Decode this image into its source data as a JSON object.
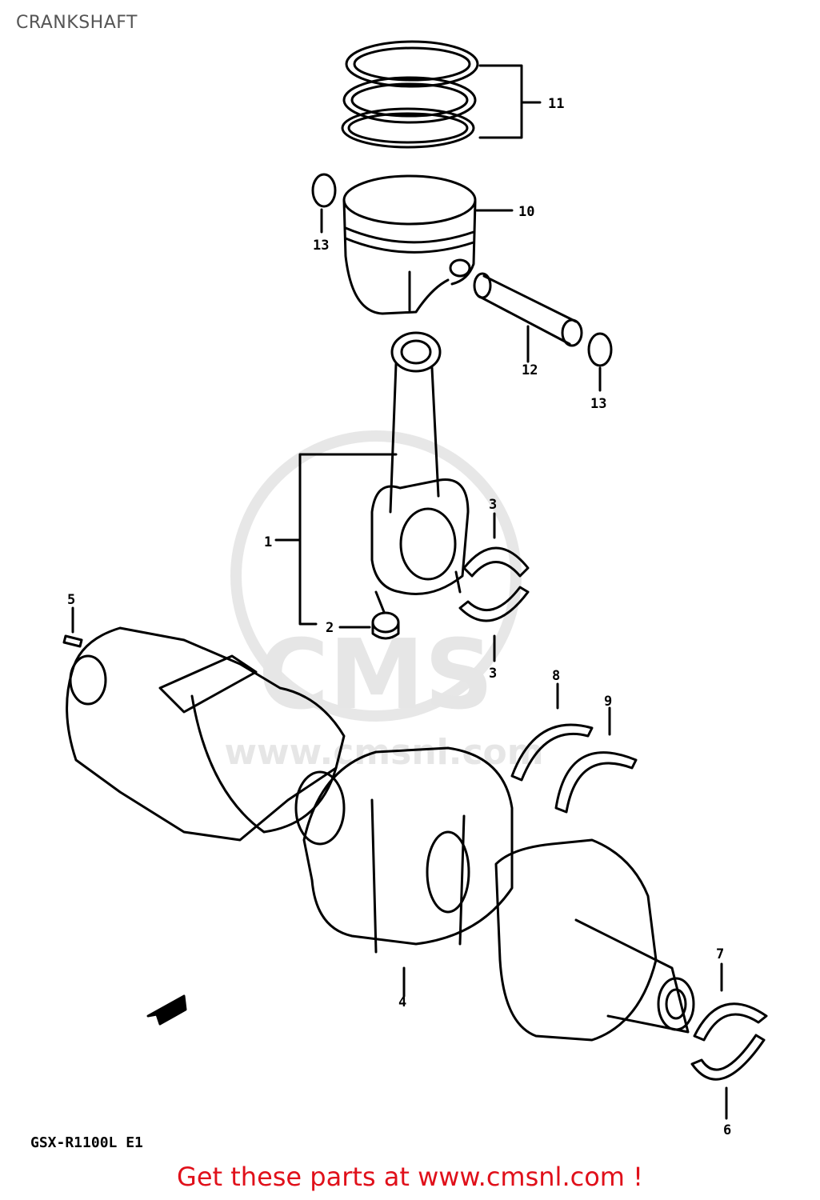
{
  "header": {
    "title": "CRANKSHAFT"
  },
  "footer": {
    "model_code": "GSX-R1100L E1",
    "promo": "Get these parts at www.cmsnl.com !"
  },
  "watermark": {
    "text": "CMS",
    "url_text": "www.cmsnl.com"
  },
  "callouts": [
    "1",
    "2",
    "3",
    "3",
    "4",
    "5",
    "6",
    "7",
    "8",
    "9",
    "10",
    "11",
    "12",
    "13",
    "13"
  ],
  "colors": {
    "promo": "#e0101a",
    "title": "#555555",
    "ink": "#000000",
    "watermark": "#d9d9d9"
  }
}
